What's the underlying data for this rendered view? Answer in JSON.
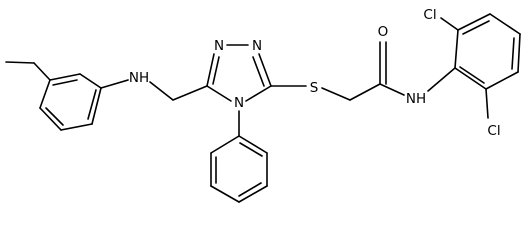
{
  "molecule": {
    "atom_labels": {
      "nh_amine": "NH",
      "n_triazole_top_left": "N",
      "n_triazole_top_right": "N",
      "n_triazole_bottom": "N",
      "s_thioether": "S",
      "o_carbonyl": "O",
      "nh_amide": "NH",
      "cl_top": "Cl",
      "cl_bottom": "Cl"
    },
    "colors": {
      "bond": "#000000",
      "label": "#000000",
      "background": "#ffffff"
    }
  }
}
